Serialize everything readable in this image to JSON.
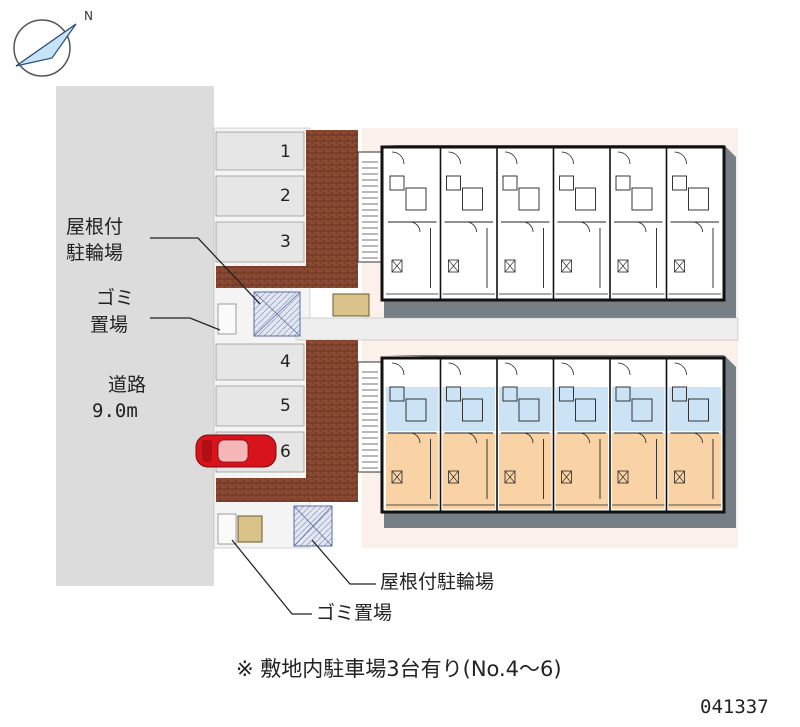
{
  "north_label": "N",
  "road": {
    "name": "道路",
    "width": "9.0m"
  },
  "parking_spaces": [
    "1",
    "2",
    "3",
    "4",
    "5",
    "6"
  ],
  "labels": {
    "covered_bike_parking": "屋根付駐輪場",
    "covered_bike_parking_line1": "屋根付",
    "covered_bike_parking_line2": "駐輪場",
    "garbage_area": "ゴミ置場",
    "garbage_area_line1": "ゴミ",
    "garbage_area_line2": "置場"
  },
  "footnote": "※ 敷地内駐車場3台有り(No.4～6)",
  "map_id": "041337",
  "colors": {
    "road": "#dcdcdc",
    "brick": "#8a4a32",
    "building_shadow": "#767e86",
    "lot_background": "#fbf1ea",
    "unit_blue": "#cbe3f5",
    "unit_orange": "#f9d3a6",
    "car": "#d8131b"
  },
  "occupied_space": "6"
}
